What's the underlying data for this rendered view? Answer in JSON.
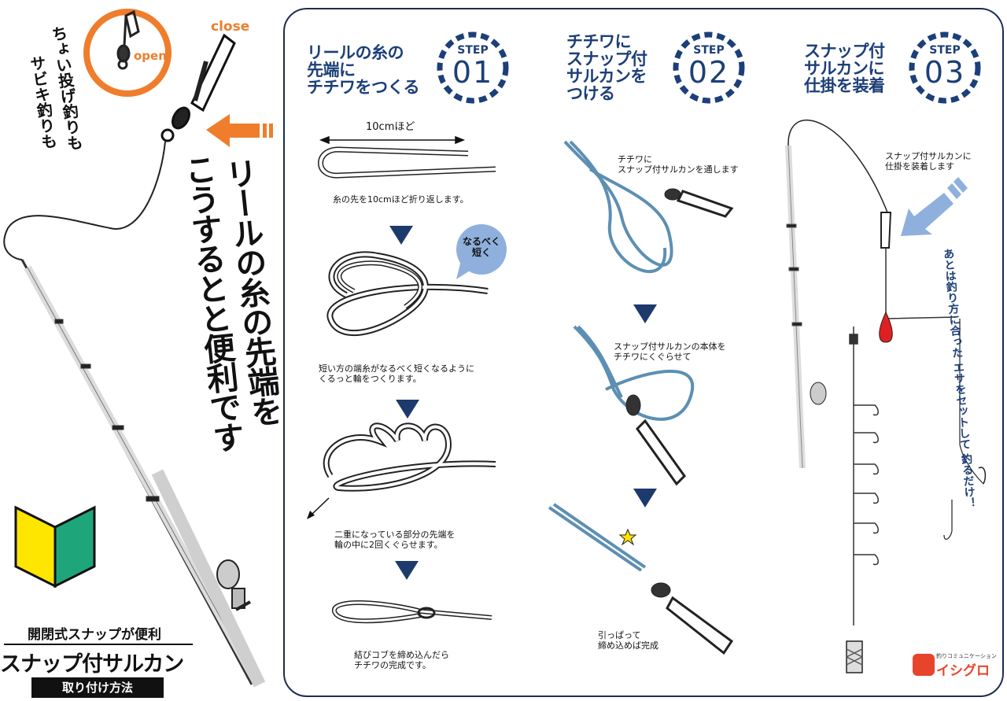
{
  "left": {
    "side_text": [
      "ちょい投げ釣りも",
      "サビキ釣りも"
    ],
    "main_text": [
      "リールの糸の先端を",
      "こうするとと便利です"
    ],
    "open_label": "open",
    "close_label": "close",
    "bottom_small": "開閉式スナップが便利",
    "bottom_big": "スナップ付サルカン",
    "bottom_bar": "取り付け方法"
  },
  "step1": {
    "title_lines": [
      "リールの糸の",
      "先端に",
      "チチワをつくる"
    ],
    "badge_step": "STEP",
    "badge_num": "01",
    "len_label": "10cmほど",
    "cap1": [
      "糸の先を10cmほど折り返します。"
    ],
    "bubble": [
      "なるべく",
      "短く"
    ],
    "cap2": [
      "短い方の端糸がなるべく短くなるように",
      "くるっと輪をつくります。"
    ],
    "cap3": [
      "二重になっている部分の先端を",
      "輪の中に2回くぐらせます。"
    ],
    "cap4": [
      "結びコブを締め込んだら",
      "チチワの完成です。"
    ]
  },
  "step2": {
    "title_lines": [
      "チチワに",
      "スナップ付",
      "サルカンを",
      "つける"
    ],
    "badge_step": "STEP",
    "badge_num": "02",
    "cap1": [
      "チチワに",
      "スナップ付サルカンを通します"
    ],
    "cap2": [
      "スナップ付サルカンの本体を",
      "チチワにくぐらせて"
    ],
    "cap3": [
      "引っぱって",
      "締め込めば完成"
    ]
  },
  "step3": {
    "title_lines": [
      "スナップ付",
      "サルカンに",
      "仕掛を装着"
    ],
    "badge_step": "STEP",
    "badge_num": "03",
    "cap1": [
      "スナップ付サルカンに",
      "仕掛を装着します"
    ],
    "side_note": [
      "あとは釣り方に合った",
      "エサをセットして",
      "釣るだけ！"
    ]
  },
  "logo": {
    "small": "釣りコミュニケーション",
    "big": "イシグロ"
  },
  "colors": {
    "navy": "#1c3f78",
    "orange": "#ef7d2c",
    "blue_arrow": "#8fb0dd",
    "line_blue": "#5d8fb3"
  }
}
